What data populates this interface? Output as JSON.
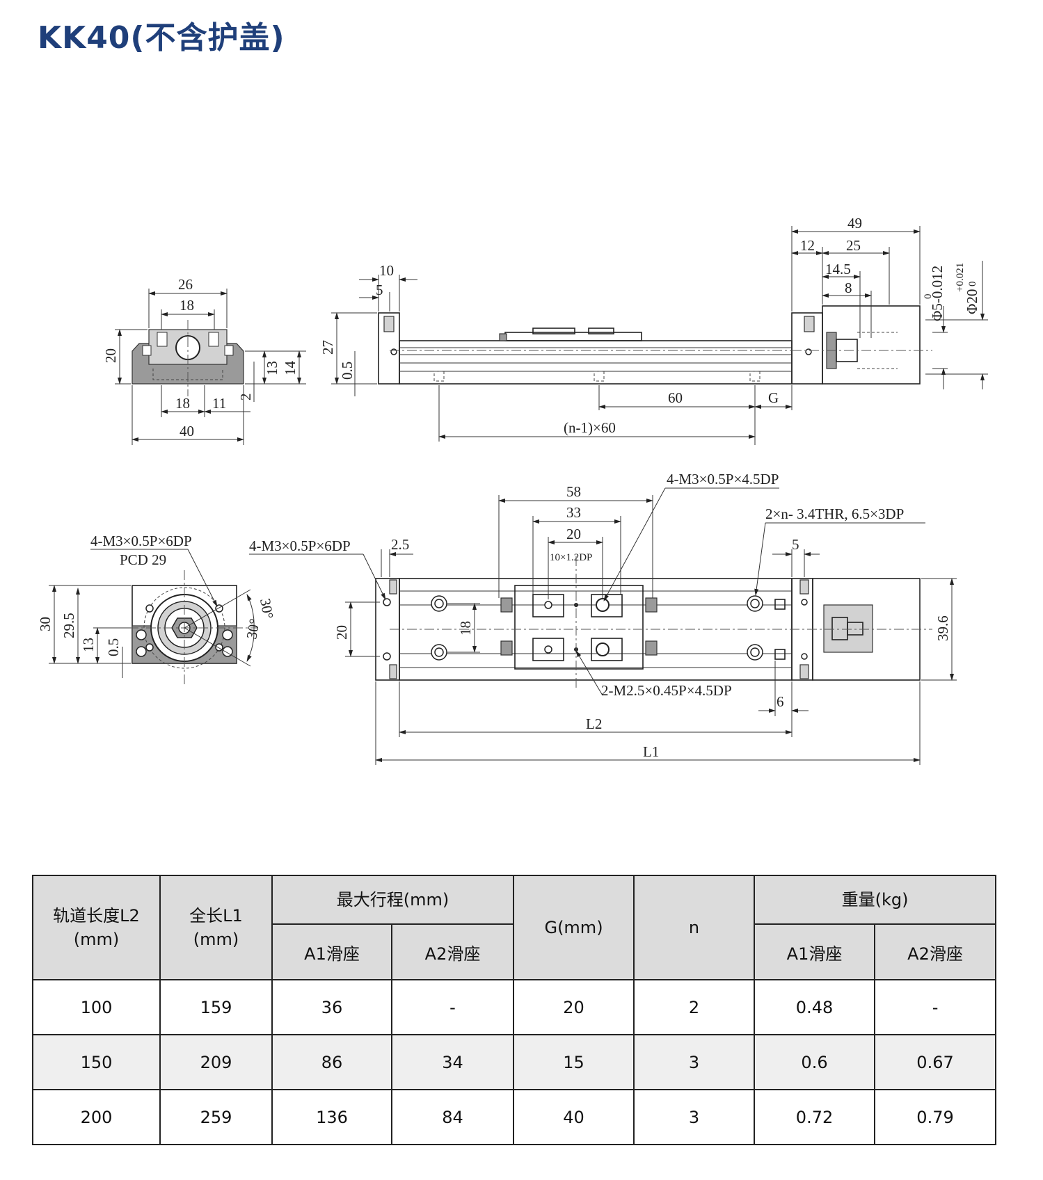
{
  "title": "KK40(不含护盖)",
  "drawing": {
    "end_view_top": {
      "dims": [
        "26",
        "18",
        "20",
        "13",
        "14",
        "2",
        "18",
        "11",
        "40"
      ]
    },
    "side_view": {
      "dims": [
        "10",
        "5",
        "27",
        "0.5",
        "60",
        "G",
        "(n-1)×60",
        "49",
        "12",
        "25",
        "14.5",
        "8"
      ],
      "tol_phi5": "Φ5-0.012",
      "tol_phi5_top": "0",
      "tol_phi20": "Φ20",
      "tol_phi20_sup": "+0.021",
      "tol_phi20_sub": "0"
    },
    "motor_end_view": {
      "note1": "4-M3×0.5P×6DP",
      "note2": "PCD  29",
      "dims": [
        "30",
        "29.5",
        "13",
        "0.5",
        "30°",
        "30°"
      ]
    },
    "top_view": {
      "note_left": "4-M3×0.5P×6DP",
      "note_slider": "4-M3×0.5P×4.5DP",
      "note_holes": "2×n-  3.4THR,  6.5×3DP",
      "note_bottom": "2-M2.5×0.45P×4.5DP",
      "note_small": "10×1.2DP",
      "dims": [
        "58",
        "33",
        "20",
        "2.5",
        "5",
        "20",
        "18",
        "39.6",
        "6",
        "L2",
        "L1"
      ]
    }
  },
  "table": {
    "headers": {
      "rail_length": [
        "轨道长度L2",
        "(mm)"
      ],
      "total_length": [
        "全长L1",
        "(mm)"
      ],
      "max_stroke": "最大行程(mm)",
      "g": "G(mm)",
      "n": "n",
      "weight": "重量(kg)",
      "a1": "A1滑座",
      "a2": "A2滑座"
    },
    "rows": [
      [
        "100",
        "159",
        "36",
        "-",
        "20",
        "2",
        "0.48",
        "-"
      ],
      [
        "150",
        "209",
        "86",
        "34",
        "15",
        "3",
        "0.6",
        "0.67"
      ],
      [
        "200",
        "259",
        "136",
        "84",
        "40",
        "3",
        "0.72",
        "0.79"
      ]
    ]
  }
}
